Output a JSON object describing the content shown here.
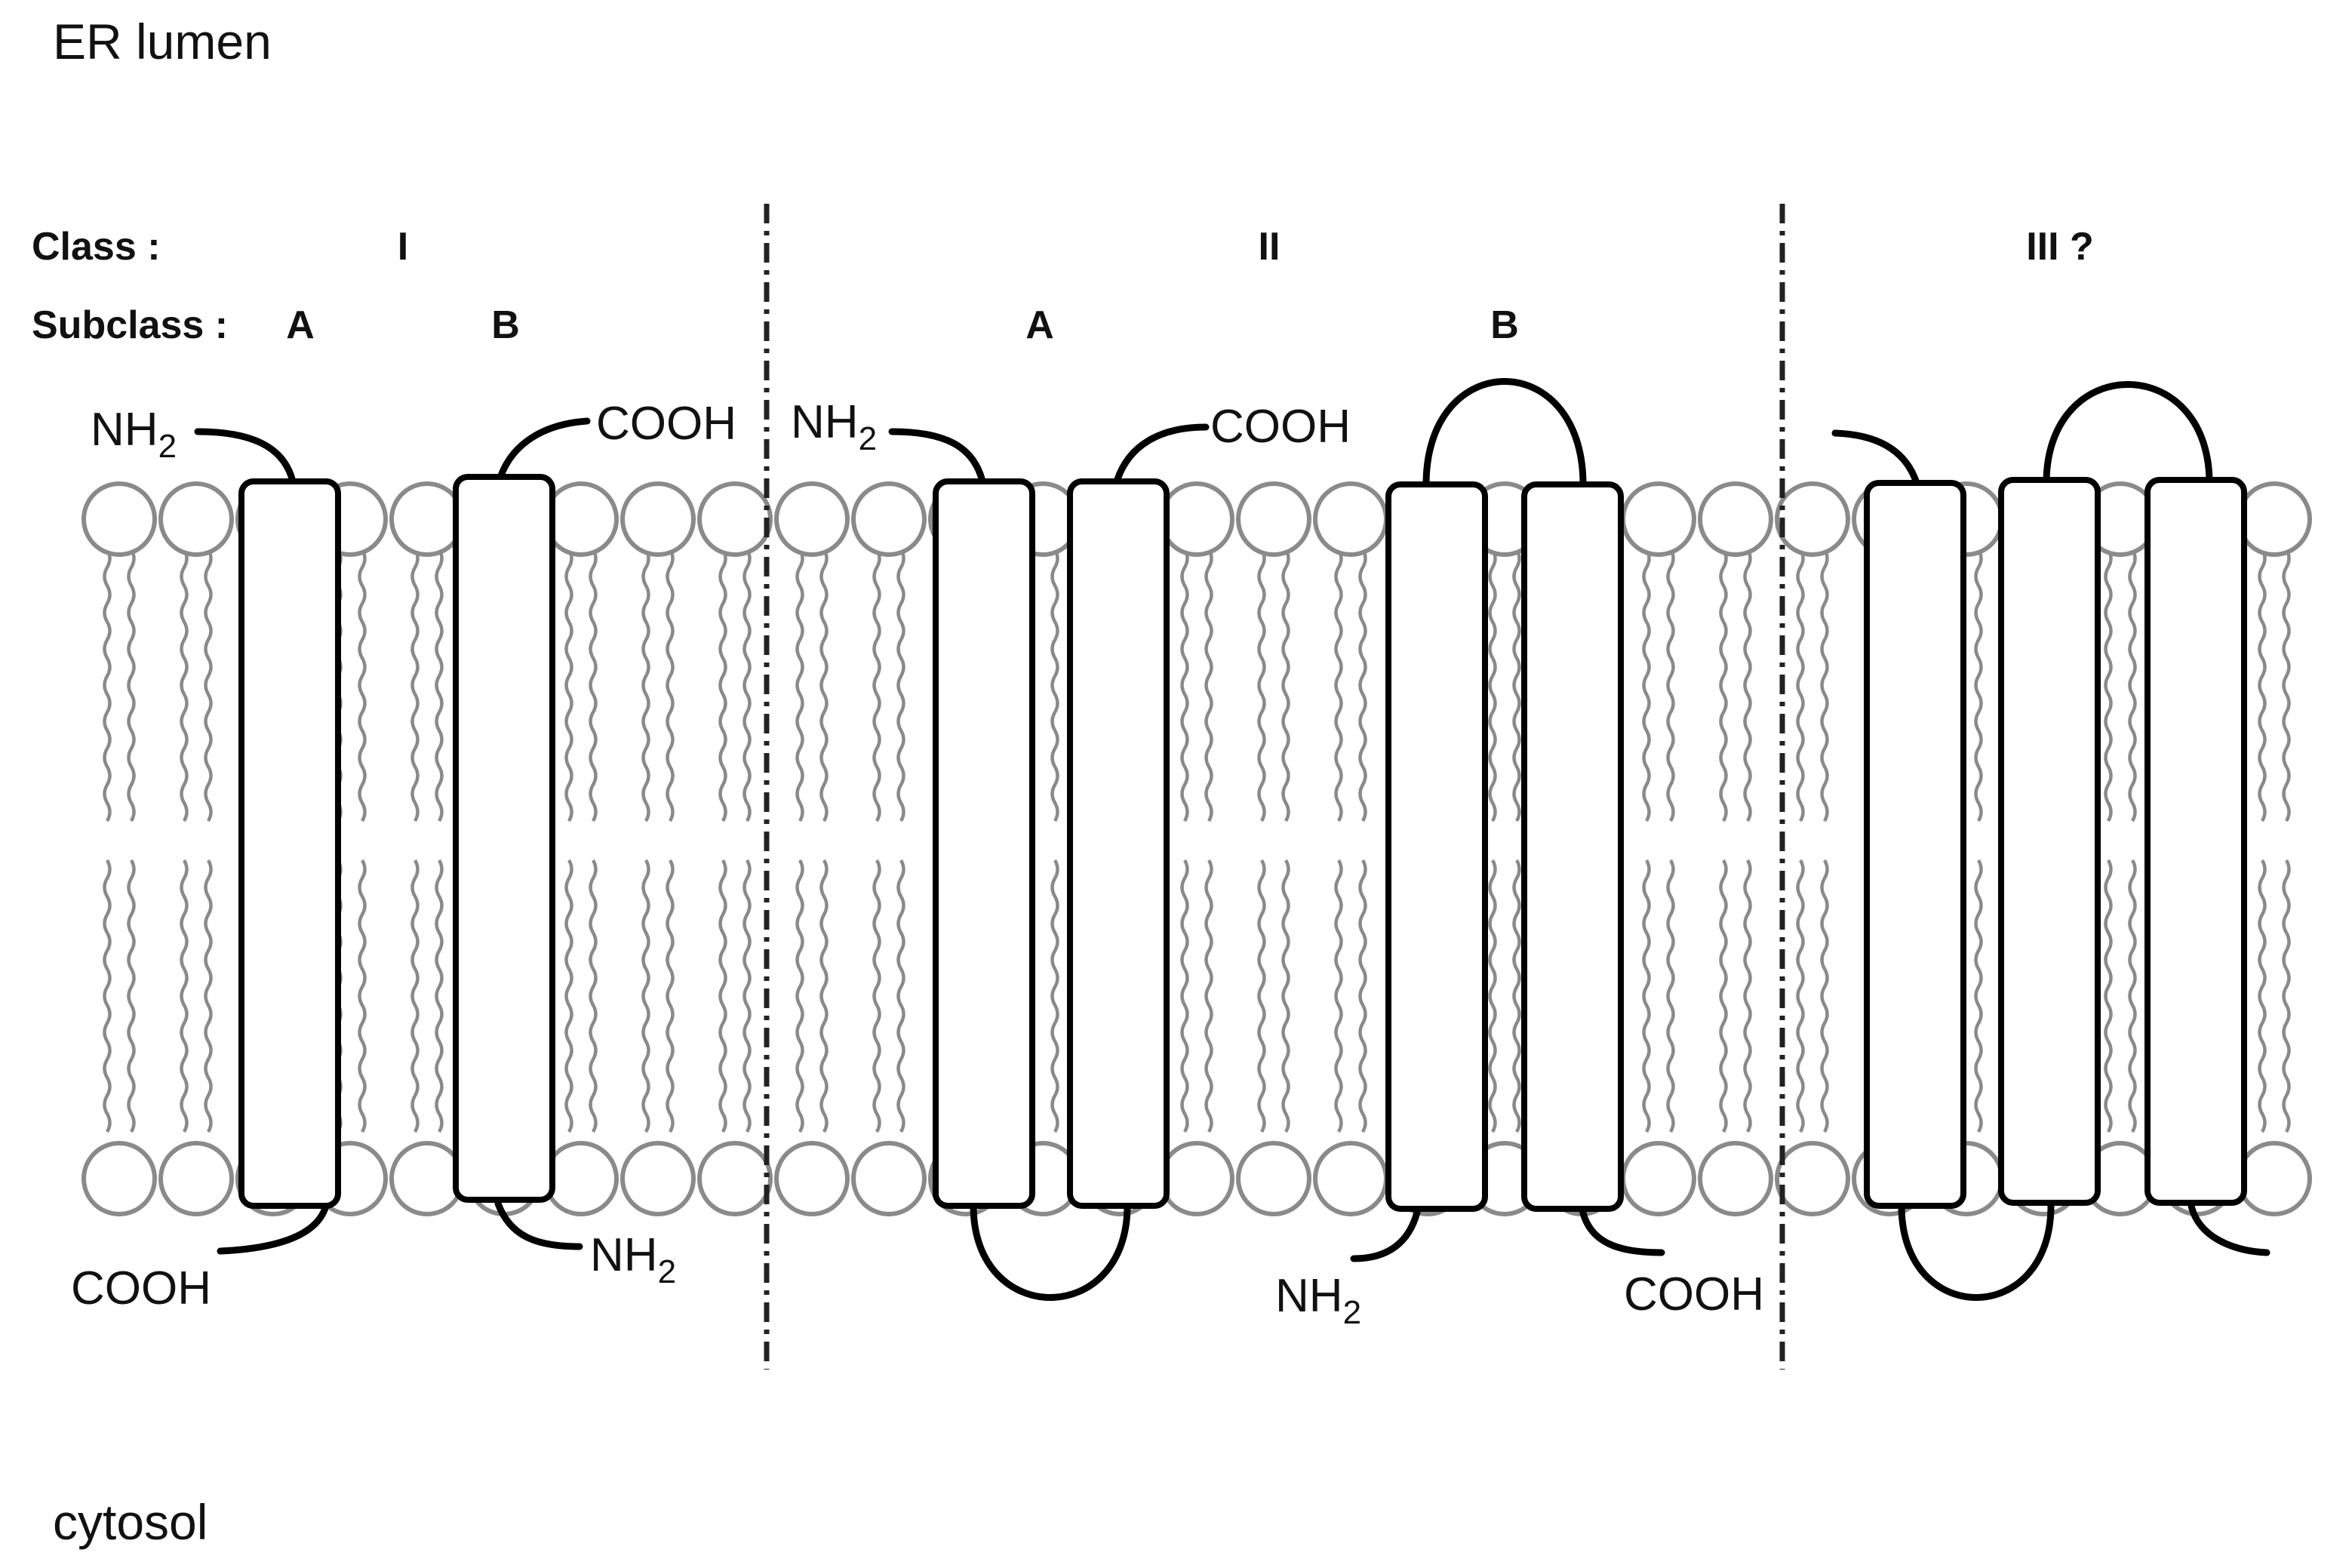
{
  "regions": {
    "top": "ER lumen",
    "bottom": "cytosol"
  },
  "class_row": {
    "prefix": "Class :",
    "class_1": "I",
    "class_2": "II",
    "class_3": "III ?"
  },
  "subclass_row": {
    "prefix": "Subclass :",
    "c1_a": "A",
    "c1_b": "B",
    "c2_a": "A",
    "c2_b": "B"
  },
  "termini": {
    "amino": {
      "base": "NH",
      "sub": "2"
    },
    "carboxyl": "COOH"
  },
  "colors": {
    "lipid": "#8a8a8a",
    "protein_outline": "#000000",
    "background": "#ffffff"
  }
}
